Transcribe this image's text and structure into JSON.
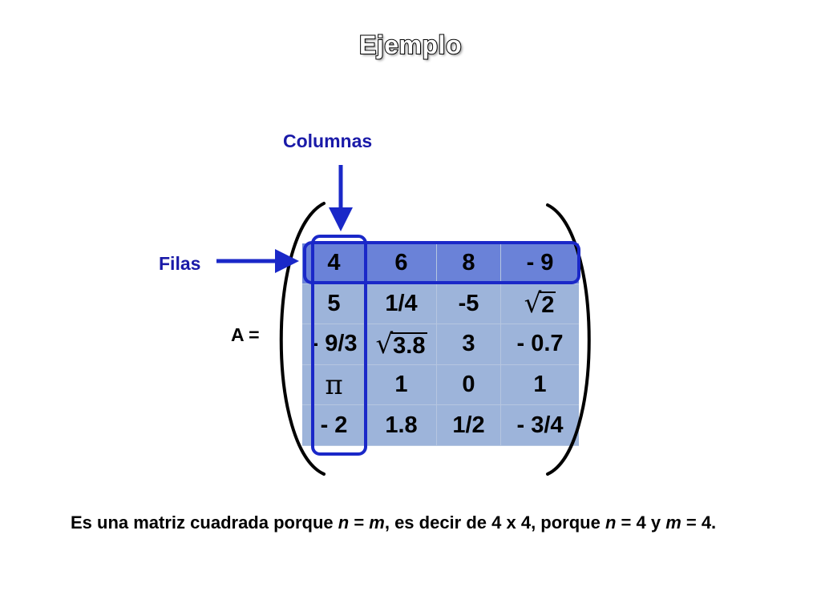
{
  "title": "Ejemplo",
  "labels": {
    "columns": "Columnas",
    "rows": "Filas",
    "matrix_name": "A ="
  },
  "matrix": {
    "rows": [
      [
        "4",
        "6",
        "8",
        "- 9"
      ],
      [
        "5",
        "1/4",
        "-5",
        "2"
      ],
      [
        "- 9/3",
        "3.8",
        "3",
        "- 0.7"
      ],
      [
        "π",
        "1",
        "0",
        "1"
      ],
      [
        "- 2",
        "1.8",
        "1/2",
        "- 3/4"
      ]
    ],
    "sqrt_cells": [
      "1-3",
      "2-1"
    ]
  },
  "sentence": {
    "part1": "Es una matriz cuadrada porque ",
    "n1": "n",
    "eq1": " = ",
    "m1": "m",
    "part2": ", es decir de 4 x 4, porque ",
    "n2": "n",
    "part3": " = 4 y ",
    "m2": "m",
    "part4": " = 4."
  },
  "colors": {
    "label_blue": "#1a1aa8",
    "highlight_outline": "#1a28c8",
    "row_header_fill": "#6a82d8",
    "cell_fill": "#9db4da"
  }
}
